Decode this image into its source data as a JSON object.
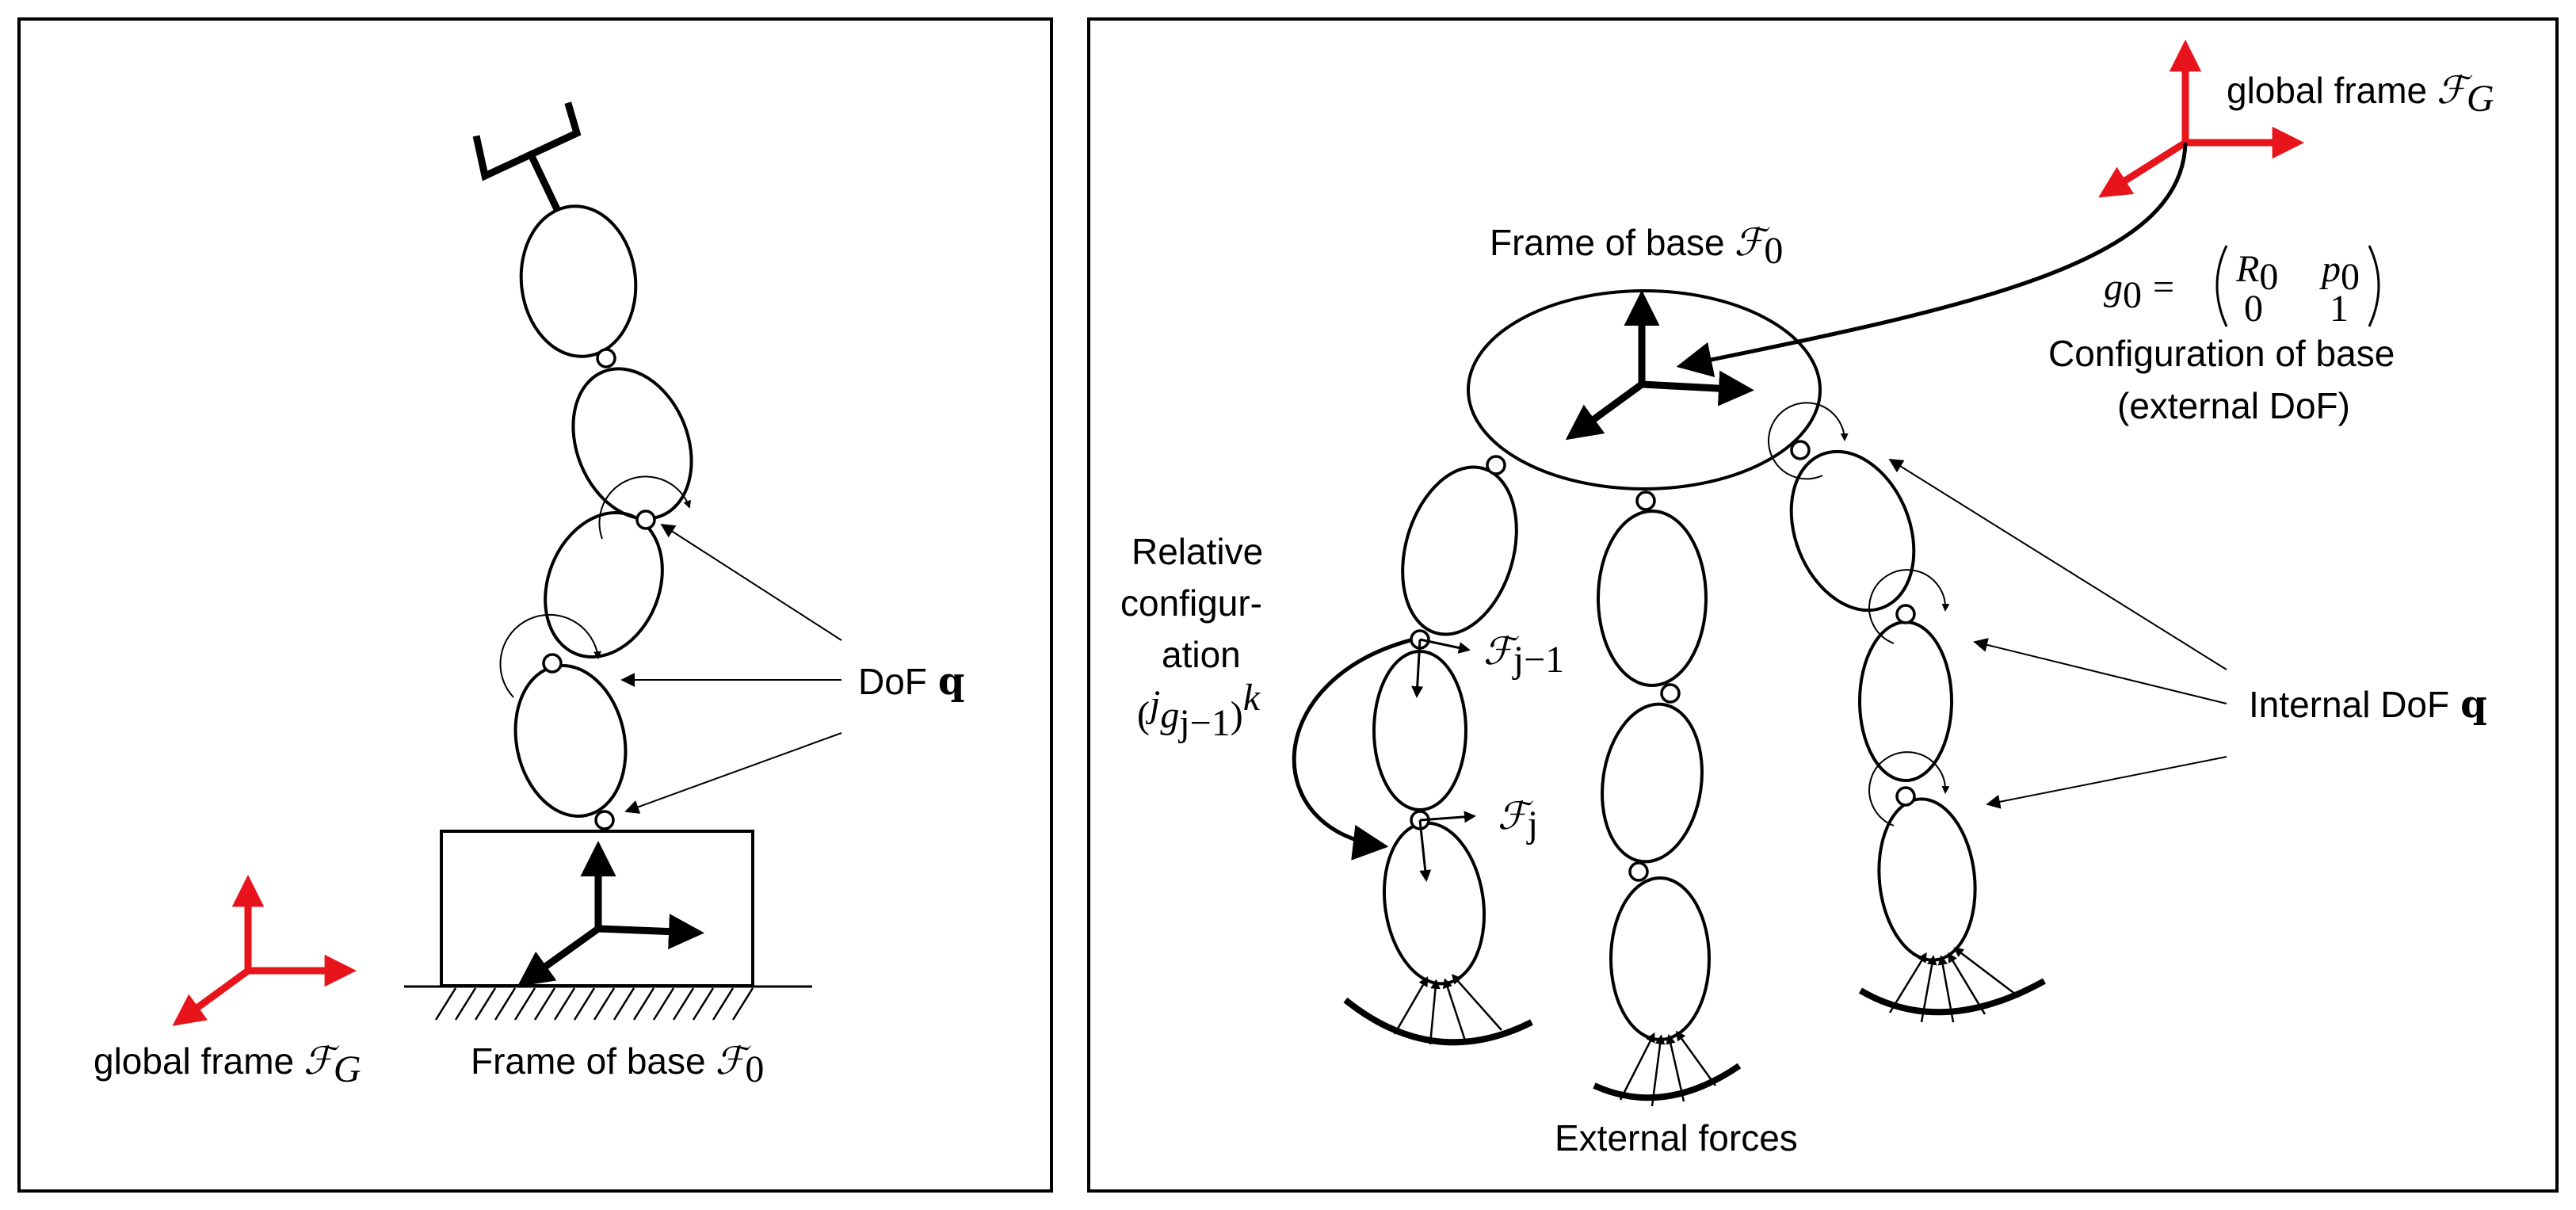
{
  "left_panel": {
    "dof_label": "DoF",
    "dof_symbol": "q",
    "global_frame_label": "global frame",
    "global_frame_symbol": "ℱ",
    "global_frame_sub": "G",
    "base_frame_label": "Frame of base",
    "base_frame_symbol": "ℱ",
    "base_frame_sub": "0"
  },
  "right_panel": {
    "global_frame_label": "global frame",
    "global_frame_symbol": "ℱ",
    "global_frame_sub": "G",
    "base_frame_label": "Frame of base",
    "base_frame_symbol": "ℱ",
    "base_frame_sub": "0",
    "g0_lhs": "g",
    "g0_sub": "0",
    "g0_eq": "=",
    "matrix_r0": "R",
    "matrix_r0_sub": "0",
    "matrix_p0": "p",
    "matrix_p0_sub": "0",
    "matrix_zero": "0",
    "matrix_one": "1",
    "config_line1": "Configuration of base",
    "config_line2": "(external DoF)",
    "relative_line1": "Relative",
    "relative_line2": "configur-",
    "relative_line3": "ation",
    "relative_expr_open": "(",
    "relative_expr_j": "j",
    "relative_expr_g": "g",
    "relative_expr_sub": "j−1",
    "relative_expr_close": ")",
    "relative_expr_k": "k",
    "frame_jm1_symbol": "ℱ",
    "frame_jm1_sub": "j−1",
    "frame_j_symbol": "ℱ",
    "frame_j_sub": "j",
    "internal_dof_label": "Internal DoF",
    "internal_dof_symbol": "q",
    "external_forces_label": "External forces"
  },
  "colors": {
    "frame_red": "#e8141b",
    "ink": "#000000"
  }
}
